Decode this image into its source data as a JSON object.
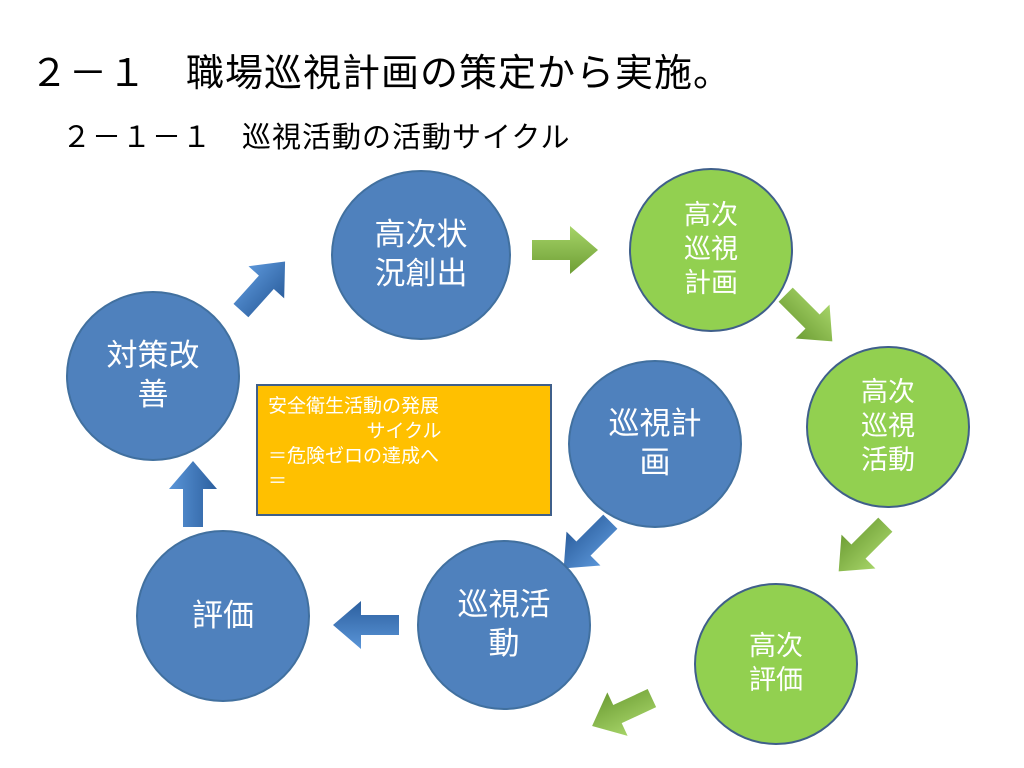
{
  "title": "２－１　職場巡視計画の策定から実施。",
  "subtitle": "２－１－１　巡視活動の活動サイクル",
  "nodes": {
    "kouji_jokyo": "高次状\n況創出",
    "taisaku_kaizen": "対策改\n善",
    "junshi_keikaku": "巡視計\n画",
    "junshi_katsudo": "巡視活\n動",
    "hyoka": "評価",
    "kouji_junshi_keikaku": "高次\n巡視\n計画",
    "kouji_junshi_katsudo": "高次\n巡視\n活動",
    "kouji_hyoka": "高次\n評価"
  },
  "callout": {
    "line1": "安全衛生活動の発展",
    "line2": "サイクル",
    "line3": "＝危険ゼロの達成へ",
    "line4": "＝"
  },
  "colors": {
    "blue_node": "#4f81bd",
    "green_node": "#92d050",
    "callout_bg": "#ffc000",
    "blue_arrow": "#3f78c0",
    "green_arrow": "#8cc04a"
  }
}
